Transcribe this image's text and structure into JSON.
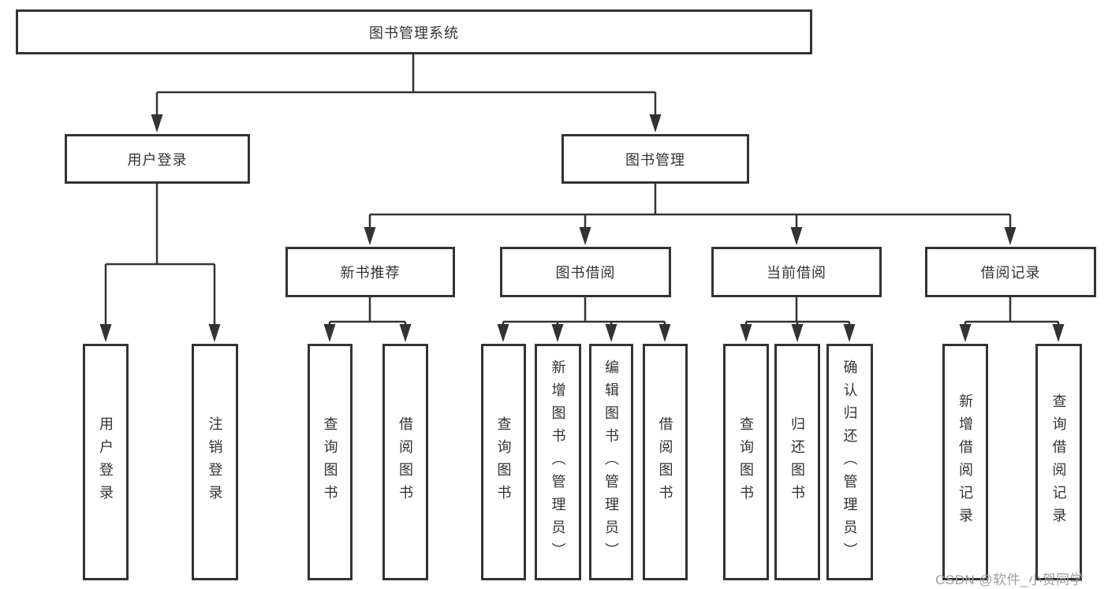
{
  "diagram": {
    "root": {
      "label": "图书管理系统"
    },
    "branches": [
      {
        "label": "用户登录",
        "leaves": [
          {
            "label": "用户登录"
          },
          {
            "label": "注销登录"
          }
        ]
      },
      {
        "label": "图书管理",
        "sections": [
          {
            "label": "新书推荐",
            "leaves": [
              {
                "label": "查询图书"
              },
              {
                "label": "借阅图书"
              }
            ]
          },
          {
            "label": "图书借阅",
            "leaves": [
              {
                "label": "查询图书"
              },
              {
                "label": "新增图书（管理员）"
              },
              {
                "label": "编辑图书（管理员）"
              },
              {
                "label": "借阅图书"
              }
            ]
          },
          {
            "label": "当前借阅",
            "leaves": [
              {
                "label": "查询图书"
              },
              {
                "label": "归还图书"
              },
              {
                "label": "确认归还（管理员）"
              }
            ]
          },
          {
            "label": "借阅记录",
            "leaves": [
              {
                "label": "新增借阅记录"
              },
              {
                "label": "查询借阅记录"
              }
            ]
          }
        ]
      }
    ]
  },
  "watermark": {
    "text": "CSDN @软件_小贺同学"
  },
  "colors": {
    "line": "#333333",
    "text": "#333333",
    "background": "#ffffff",
    "watermark": "#9e9e9e"
  }
}
